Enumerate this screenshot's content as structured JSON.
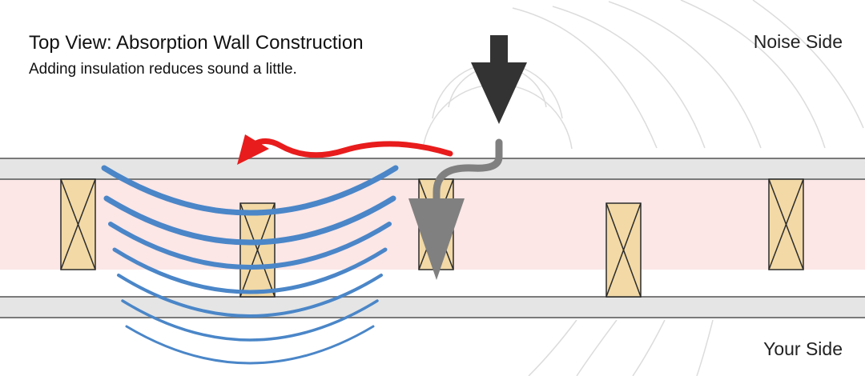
{
  "header": {
    "title": "Top View: Absorption Wall Construction",
    "subtitle": "Adding insulation reduces sound a little."
  },
  "labels": {
    "noise_side": "Noise Side",
    "your_side": "Your Side"
  },
  "colors": {
    "drywall_fill": "#e5e5e5",
    "drywall_stroke": "#7a7a7a",
    "insulation": "#fce6e6",
    "stud_fill": "#f2d9a6",
    "stud_stroke": "#2b2b2b",
    "sound_waves": "#4a86c8",
    "reflected_arrow": "#e81c1c",
    "incoming_arrow": "#333333",
    "transmitted_arrow": "#808080",
    "faint_waves": "#dcdcdc"
  },
  "wall": {
    "layers": [
      "drywall",
      "insulation",
      "air-gap",
      "drywall"
    ],
    "stud_count": 5
  },
  "icons": {
    "incoming_sound": "down-arrow-icon",
    "reflected_sound": "curved-left-arrow-icon",
    "transmitted_sound": "curved-down-arrow-icon"
  }
}
